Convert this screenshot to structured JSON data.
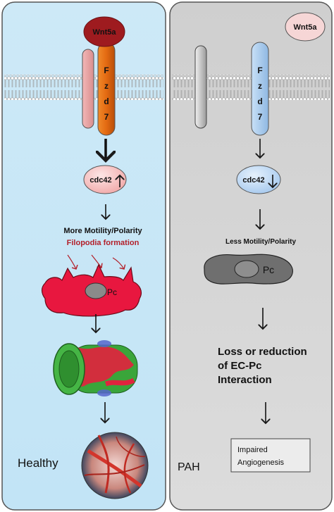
{
  "left_panel": {
    "ligand": "Wnt5a",
    "receptor_letters": [
      "F",
      "z",
      "d",
      "7"
    ],
    "effector": "cdc42",
    "effector_trend": "up",
    "phenotype_line1": "More Motility/Polarity",
    "phenotype_line2": "Filopodia formation",
    "cell_label": "Pc",
    "outcome": "Healthy"
  },
  "right_panel": {
    "ligand": "Wnt5a",
    "receptor_letters": [
      "F",
      "z",
      "d",
      "7"
    ],
    "effector": "cdc42",
    "effector_trend": "down",
    "phenotype_line1": "Less Motility/Polarity",
    "cell_label": "Pc",
    "interaction_lines": [
      "Loss or reduction",
      "of EC-Pc",
      "Interaction"
    ],
    "condition": "PAH",
    "outcome_box": [
      "Impaired",
      "Angiogenesis"
    ]
  },
  "colors": {
    "left_bg": "#cde9f7",
    "right_bg": "#d4d4d4",
    "wnt_left": "#9e1b1f",
    "wnt_right": "#f6d6d6",
    "fzd_left": "#e06a16",
    "fzd_right": "#a9cdf0",
    "cell_left": "#e8173f",
    "cell_right": "#6f6f6f",
    "filopodia_text": "#b3202a"
  }
}
